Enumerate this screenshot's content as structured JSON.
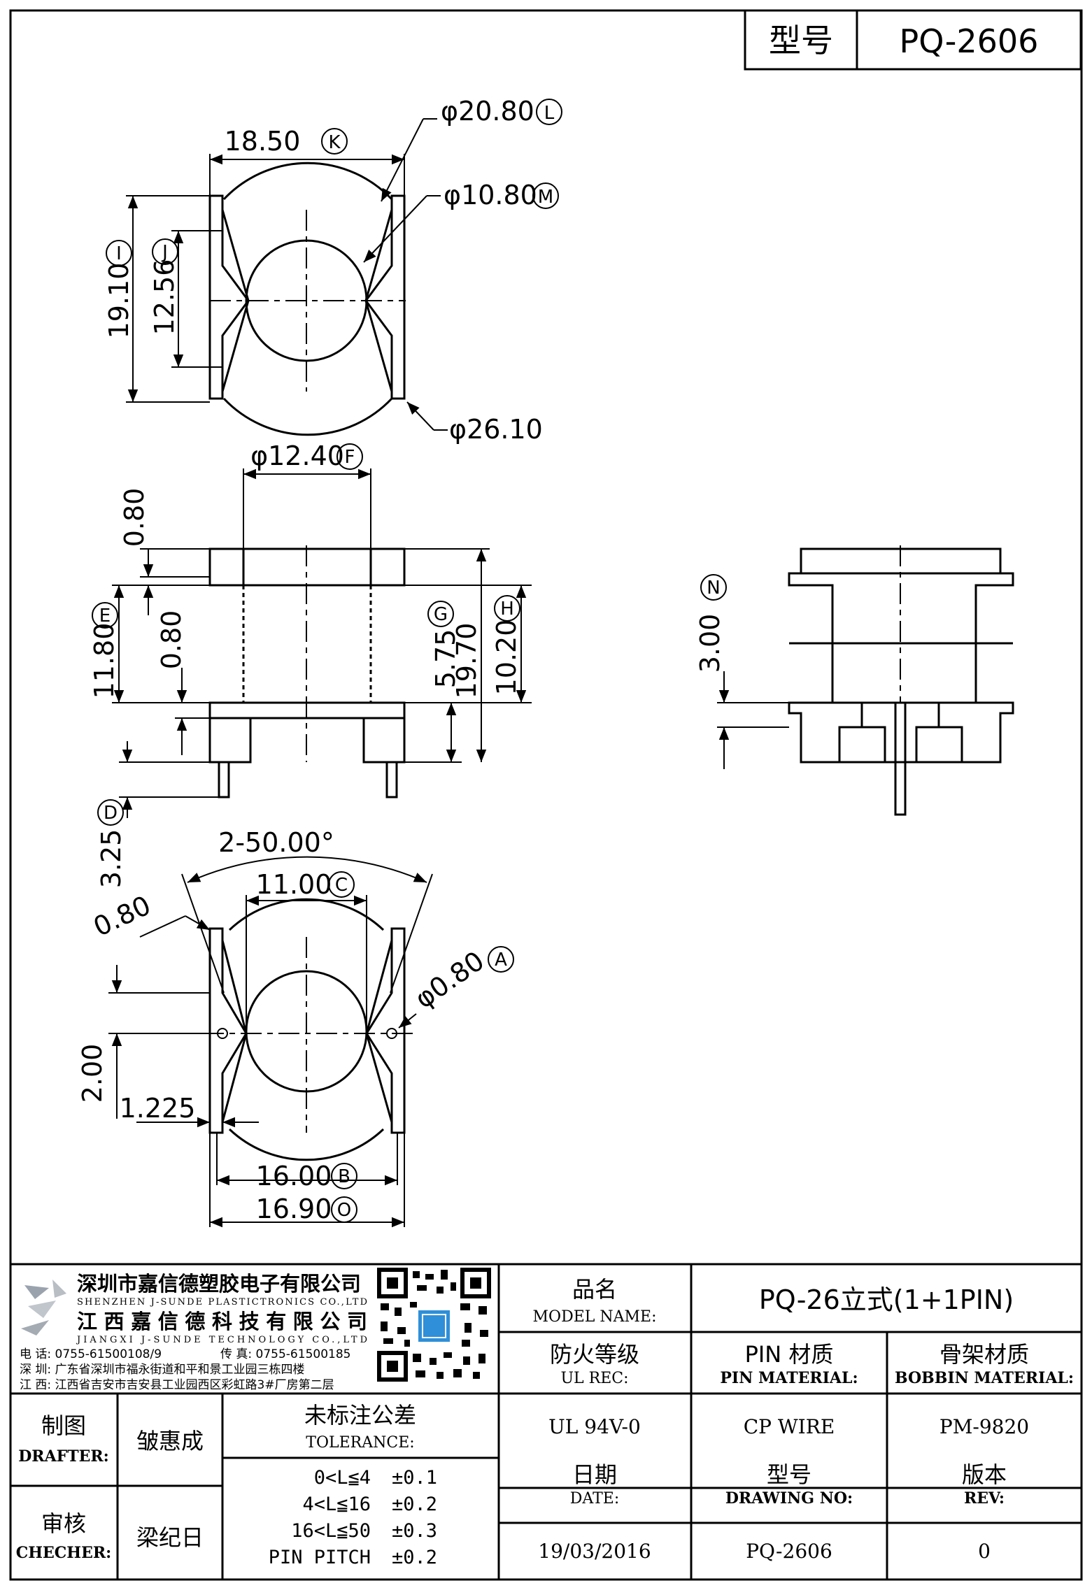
{
  "header": {
    "model_label": "型号",
    "model_value": "PQ-2606"
  },
  "top_view": {
    "dims": [
      "18.50",
      "φ20.80",
      "φ10.80",
      "19.10",
      "12.56",
      "φ26.10"
    ],
    "markers": [
      "K",
      "L",
      "M",
      "I",
      "J"
    ]
  },
  "front_view": {
    "dims": [
      "φ12.40",
      "0.80",
      "11.80",
      "0.80",
      "5.75",
      "19.70",
      "10.20",
      "3.25"
    ],
    "markers": [
      "F",
      "E",
      "G",
      "H",
      "D"
    ]
  },
  "side_view": {
    "dims": [
      "3.00"
    ],
    "markers": [
      "N"
    ]
  },
  "bottom_view": {
    "dims": [
      "2-50.00°",
      "11.00",
      "0.80",
      "φ0.80",
      "2.00",
      "1.225",
      "16.00",
      "16.90"
    ],
    "markers": [
      "C",
      "A",
      "B",
      "O"
    ]
  },
  "company": {
    "name_cn_1": "深圳市嘉信德塑胶电子有限公司",
    "name_en_1": "SHENZHEN J-SUNDE PLASTICTRONICS CO.,LTD",
    "name_cn_2": "江西嘉信德科技有限公司",
    "name_en_2": "JIANGXI J-SUNDE TECHNOLOGY CO.,LTD",
    "phone": "电 话: 0755-61500108/9",
    "fax": "传 真: 0755-61500185",
    "addr_sz": "深 圳: 广东省深圳市福永街道和平和景工业园三栋四楼",
    "addr_jx": "江 西: 江西省吉安市吉安县工业园西区彩虹路3#厂房第二层"
  },
  "title_block": {
    "product_name_cn": "品名",
    "product_name_en": "MODEL NAME:",
    "product_name_value": "PQ-26立式(1+1PIN)",
    "ul_cn": "防火等级",
    "ul_en": "UL REC:",
    "pin_cn": "PIN 材质",
    "pin_en": "PIN MATERIAL:",
    "bobbin_cn": "骨架材质",
    "bobbin_en": "BOBBIN MATERIAL:",
    "drafter_cn": "制图",
    "drafter_en": "DRAFTER:",
    "drafter_name": "皱惠成",
    "checker_cn": "审核",
    "checker_en": "CHECHER:",
    "checker_name": "梁纪日",
    "tolerance_cn": "未标注公差",
    "tolerance_en": "TOLERANCE:",
    "tolerances": [
      {
        "range": "0<L≦4",
        "value": "±0.1"
      },
      {
        "range": "4<L≦16",
        "value": "±0.2"
      },
      {
        "range": "16<L≦50",
        "value": "±0.3"
      },
      {
        "range": "PIN PITCH",
        "value": "±0.2"
      }
    ],
    "ul_value": "UL 94V-0",
    "pin_value": "CP WIRE",
    "bobbin_value": "PM-9820",
    "date_cn": "日期",
    "date_en": "DATE:",
    "drawing_cn": "型号",
    "drawing_en": "DRAWING NO:",
    "rev_cn": "版本",
    "rev_en": "REV:",
    "date_value": "19/03/2016",
    "drawing_value": "PQ-2606",
    "rev_value": "0"
  }
}
